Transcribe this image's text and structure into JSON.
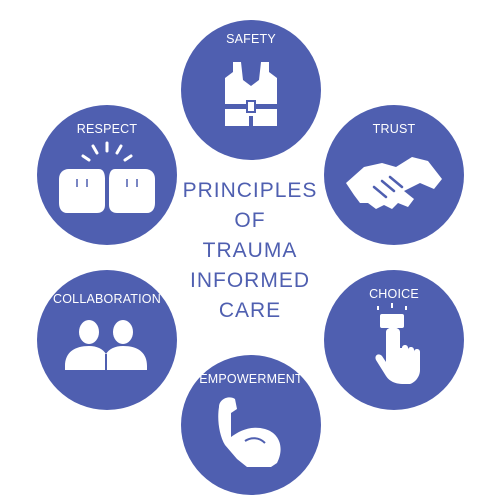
{
  "center": {
    "lines": [
      "PRINCIPLES",
      "OF",
      "TRAUMA",
      "INFORMED",
      "CARE"
    ]
  },
  "principles": [
    {
      "label": "SAFETY",
      "icon": "life-vest-icon"
    },
    {
      "label": "TRUST",
      "icon": "handshake-icon"
    },
    {
      "label": "CHOICE",
      "icon": "finger-press-button-icon"
    },
    {
      "label": "EMPOWERMENT",
      "icon": "flexed-arm-icon"
    },
    {
      "label": "COLLABORATION",
      "icon": "two-people-icon"
    },
    {
      "label": "RESPECT",
      "icon": "fist-bump-icon"
    }
  ],
  "colors": {
    "circle_fill": "#4f5fb0",
    "title_text": "#4f5fb0",
    "icon_fill": "#ffffff"
  }
}
